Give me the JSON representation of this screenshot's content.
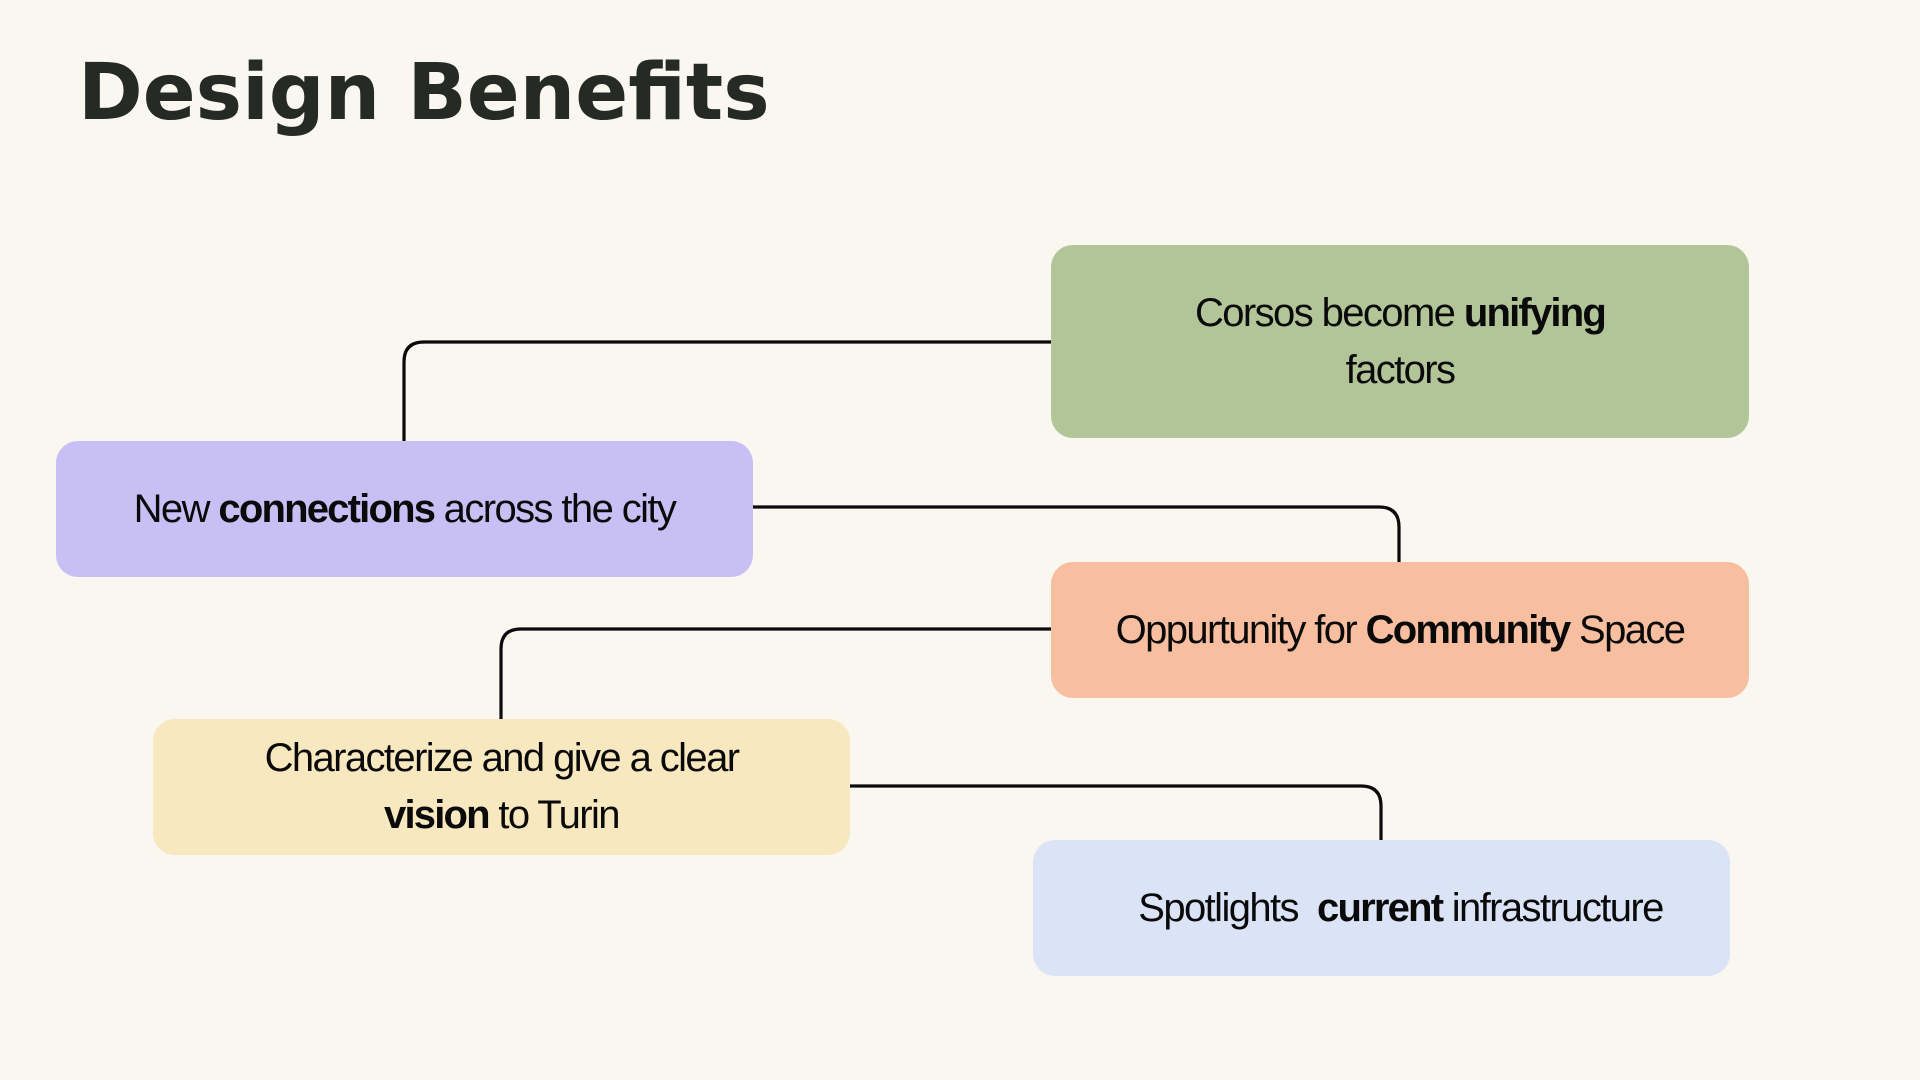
{
  "title": "Design Benefits",
  "colors": {
    "background": "#faf6f0",
    "title": "#262a24",
    "connector": "#0a0a0a"
  },
  "benefits": [
    {
      "id": "unifying",
      "color": "#b1c598",
      "line1_pre": "Corsos become ",
      "line1_bold": "unifying",
      "line2": "factors"
    },
    {
      "id": "connections",
      "color": "#c8bff5",
      "pre": "New ",
      "bold": "connections",
      "post": " across the city"
    },
    {
      "id": "community",
      "color": "#f7bea0",
      "pre": "Oppurtunity for ",
      "bold": "Community",
      "post": " Space"
    },
    {
      "id": "vision",
      "color": "#f8e8c0",
      "line1": "Characterize and give a clear",
      "line2_bold": "vision",
      "line2_post": " to Turin"
    },
    {
      "id": "infrastructure",
      "color": "#dbe3f6",
      "pre": "Spotlights  ",
      "bold": "current",
      "post": " infrastructure"
    }
  ],
  "connections": [
    {
      "from": "connections",
      "to": "unifying"
    },
    {
      "from": "connections",
      "to": "community"
    },
    {
      "from": "community",
      "to": "vision"
    },
    {
      "from": "vision",
      "to": "infrastructure"
    }
  ]
}
